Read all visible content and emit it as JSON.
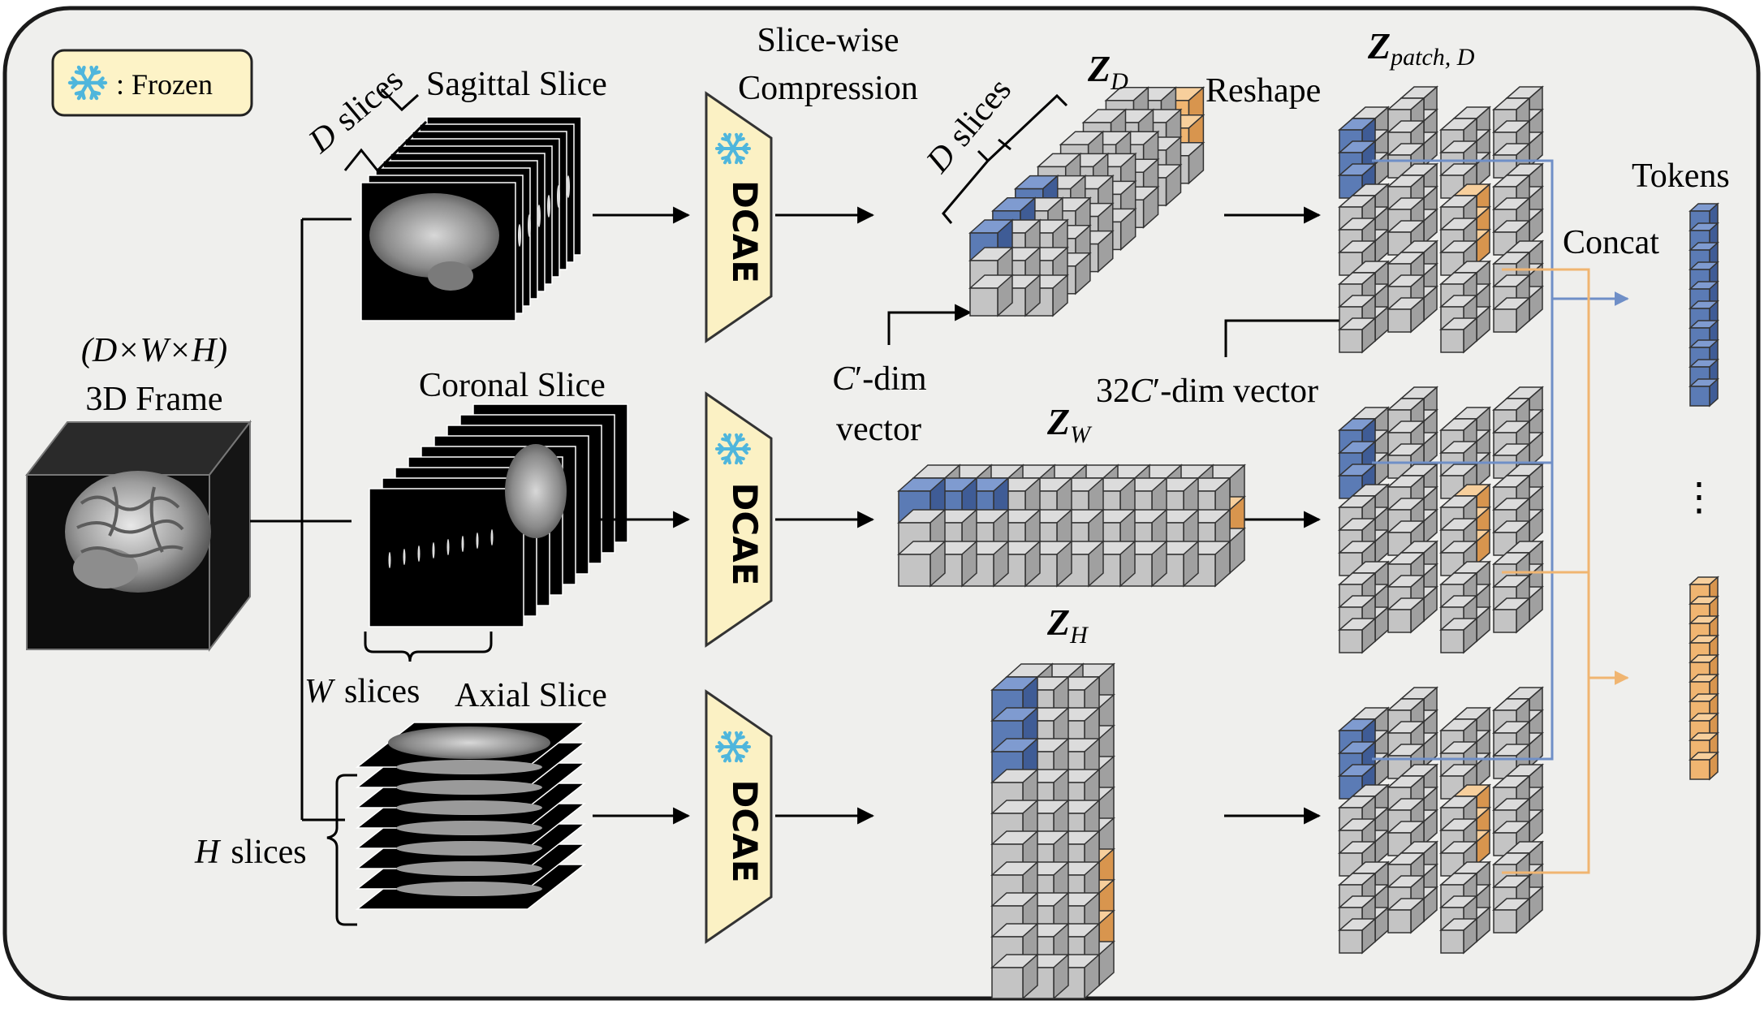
{
  "legend": {
    "label": ": Frozen",
    "icon": "snowflake-icon"
  },
  "input": {
    "dims": "(D×W×H)",
    "label": "3D Frame"
  },
  "branches": [
    {
      "slice_name": "Sagittal Slice",
      "count_var": "D",
      "count_word": "slices"
    },
    {
      "slice_name": "Coronal Slice",
      "count_var": "W",
      "count_word": "slices"
    },
    {
      "slice_name": "Axial Slice",
      "count_var": "H",
      "count_word": "slices"
    }
  ],
  "compression": {
    "title_line1": "Slice-wise",
    "title_line2": "Compression",
    "block_label": "DCAE"
  },
  "latents": {
    "d": {
      "sym": "Z",
      "sub": "D",
      "span_var": "D",
      "span_word": "slices"
    },
    "w": {
      "sym": "Z",
      "sub": "W"
    },
    "h": {
      "sym": "Z",
      "sub": "H"
    }
  },
  "vec_c": {
    "line1": "C′-dim",
    "line2": "vector",
    "var": "C",
    "suffix": "′-dim"
  },
  "vec_32c": {
    "num": "32",
    "var": "C",
    "suffix": "′-dim vector"
  },
  "reshape": {
    "label": "Reshape",
    "sym": "Z",
    "sub": "patch, D"
  },
  "concat": {
    "label": "Concat"
  },
  "tokens": {
    "label": "Tokens",
    "ellipsis": "⋮"
  },
  "colors": {
    "background": "#efefed",
    "frame_border": "#1a1a1a",
    "cube_gray": "#c4c4c4",
    "cube_gray_top": "#dcdcdc",
    "cube_gray_side": "#a0a0a0",
    "blue": "#5b7bb5",
    "orange": "#f0b571",
    "dcae_fill": "#fbf1c4",
    "legend_fill": "#fdf3c7",
    "snowflake": "#4fb6dc"
  }
}
